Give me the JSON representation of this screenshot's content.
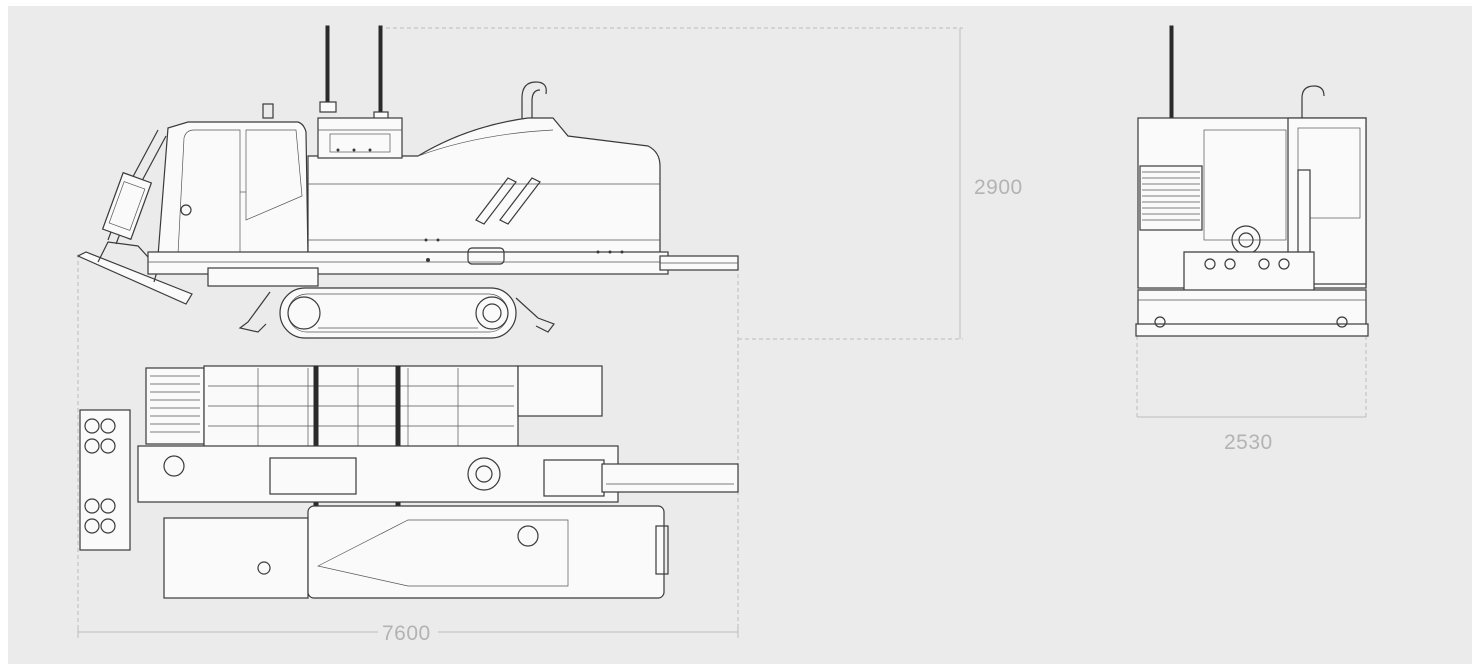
{
  "dimensions": {
    "height": "2900",
    "length": "7600",
    "width": "2530"
  },
  "colors": {
    "background": "#ebebeb",
    "drawing": "#3a3a3a",
    "dimension": "#bdbdbd"
  }
}
